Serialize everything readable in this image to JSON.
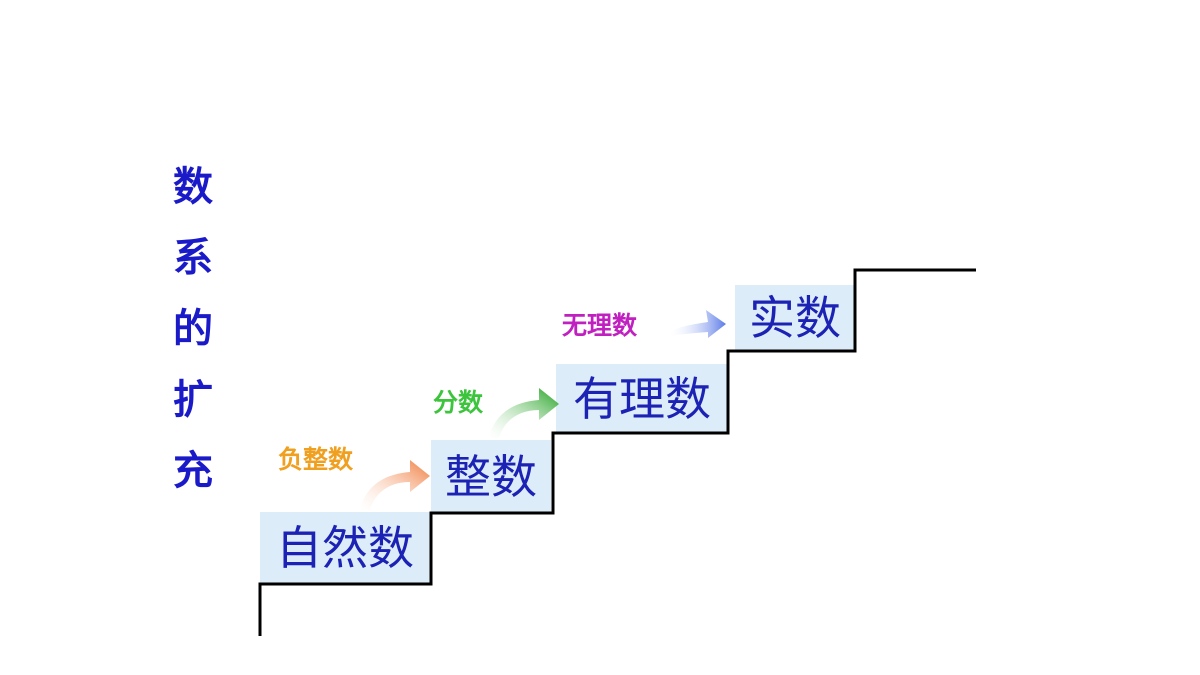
{
  "title": [
    "数",
    "系",
    "的",
    "扩",
    "充"
  ],
  "levels": [
    "自然数",
    "整数",
    "有理数",
    "实数"
  ],
  "extensions": [
    "负整数",
    "分数",
    "无理数"
  ],
  "colors": {
    "title": "#1a1ac8",
    "box_text": "#1c22b4",
    "box_fill": "#dcecf8",
    "stair_line": "#000000",
    "extension_text": [
      "#f0a020",
      "#3cc43c",
      "#c020c0"
    ],
    "arrow_fill": [
      "#f07a3a",
      "#1ea01e",
      "#5a7ae8"
    ]
  }
}
